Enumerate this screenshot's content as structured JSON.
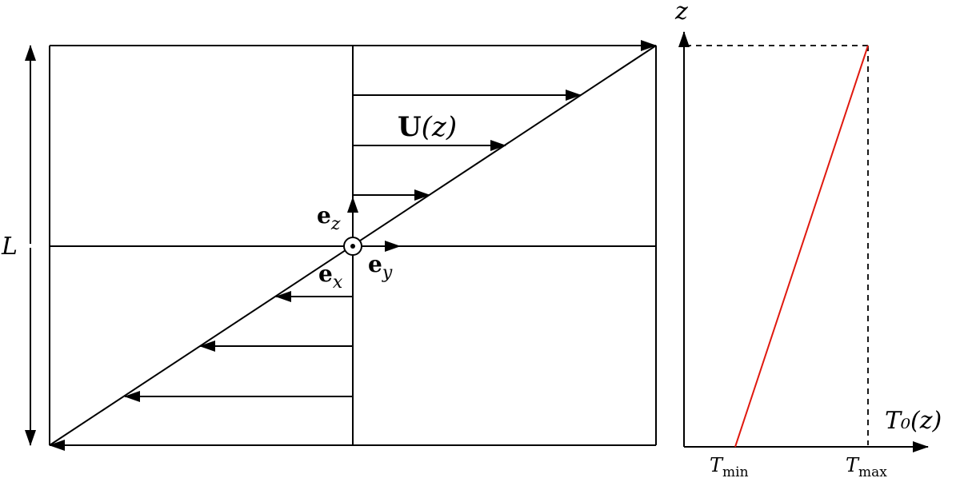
{
  "labels": {
    "length": "L",
    "velocity_main": "U",
    "velocity_arg": "(z)",
    "ex_base": "e",
    "ex_sub": "x",
    "ey_base": "e",
    "ey_sub": "y",
    "ez_base": "e",
    "ez_sub": "z"
  },
  "profile_plot": {
    "y_axis_label": "z",
    "x_axis_label": "T₀(z)",
    "tick_min_base": "T",
    "tick_min_sub": "min",
    "tick_max_base": "T",
    "tick_max_sub": "max",
    "line_color": "#e0190f"
  }
}
